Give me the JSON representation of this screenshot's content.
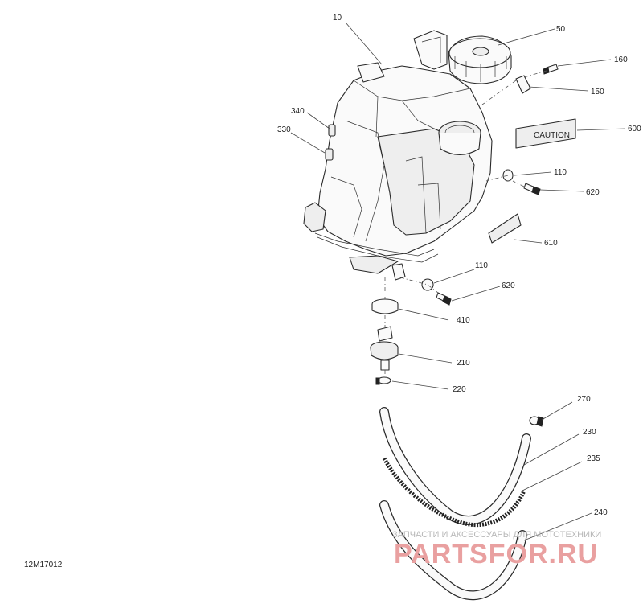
{
  "diagram": {
    "reference_code": "12M17012",
    "callouts": [
      {
        "id": "c10",
        "label": "10"
      },
      {
        "id": "c50",
        "label": "50"
      },
      {
        "id": "c160",
        "label": "160"
      },
      {
        "id": "c150",
        "label": "150"
      },
      {
        "id": "c600",
        "label": "600"
      },
      {
        "id": "c340",
        "label": "340"
      },
      {
        "id": "c330",
        "label": "330"
      },
      {
        "id": "c110a",
        "label": "110"
      },
      {
        "id": "c620a",
        "label": "620"
      },
      {
        "id": "c610",
        "label": "610"
      },
      {
        "id": "c110b",
        "label": "110"
      },
      {
        "id": "c620b",
        "label": "620"
      },
      {
        "id": "c410",
        "label": "410"
      },
      {
        "id": "c210",
        "label": "210"
      },
      {
        "id": "c220",
        "label": "220"
      },
      {
        "id": "c270",
        "label": "270"
      },
      {
        "id": "c230",
        "label": "230"
      },
      {
        "id": "c235",
        "label": "235"
      },
      {
        "id": "c240",
        "label": "240"
      }
    ],
    "decal_text": "CAUTION"
  },
  "watermark": {
    "line1": "ЗАПЧАСТИ И АКСЕССУАРЫ ДЛЯ МОТОТЕХНИКИ",
    "line2": "PARTSFOR.RU"
  }
}
